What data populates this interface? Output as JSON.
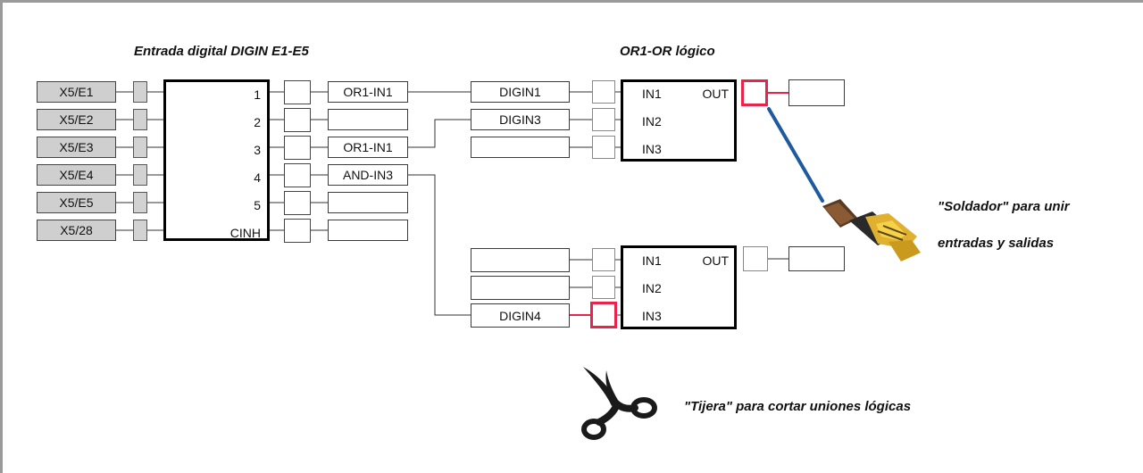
{
  "titles": {
    "digital_input": "Entrada digital DIGIN E1-E5",
    "or_block": "OR1-OR lógico"
  },
  "terminals": [
    "X5/E1",
    "X5/E2",
    "X5/E3",
    "X5/E4",
    "X5/E5",
    "X5/28"
  ],
  "digin_block": {
    "outputs": [
      "1",
      "2",
      "3",
      "4",
      "5",
      "CINH"
    ]
  },
  "digin_targets": [
    "OR1-IN1",
    "",
    "OR1-IN1",
    "AND-IN3",
    "",
    ""
  ],
  "or_block_1": {
    "sources": [
      "DIGIN1",
      "DIGIN3",
      ""
    ],
    "inputs": [
      "IN1",
      "IN2",
      "IN3"
    ],
    "output": "OUT"
  },
  "or_block_2": {
    "sources": [
      "",
      "",
      "DIGIN4"
    ],
    "inputs": [
      "IN1",
      "IN2",
      "IN3"
    ],
    "output": "OUT"
  },
  "notes": {
    "soldering_line1": "\"Soldador\" para unir",
    "soldering_line2": "entradas y salidas",
    "scissors": "\"Tijera\" para cortar uniones lógicas"
  },
  "colors": {
    "highlight": "#e8244a",
    "solder_wire": "#1d5a9e"
  },
  "icons": [
    "soldering-iron-icon",
    "scissors-icon"
  ]
}
